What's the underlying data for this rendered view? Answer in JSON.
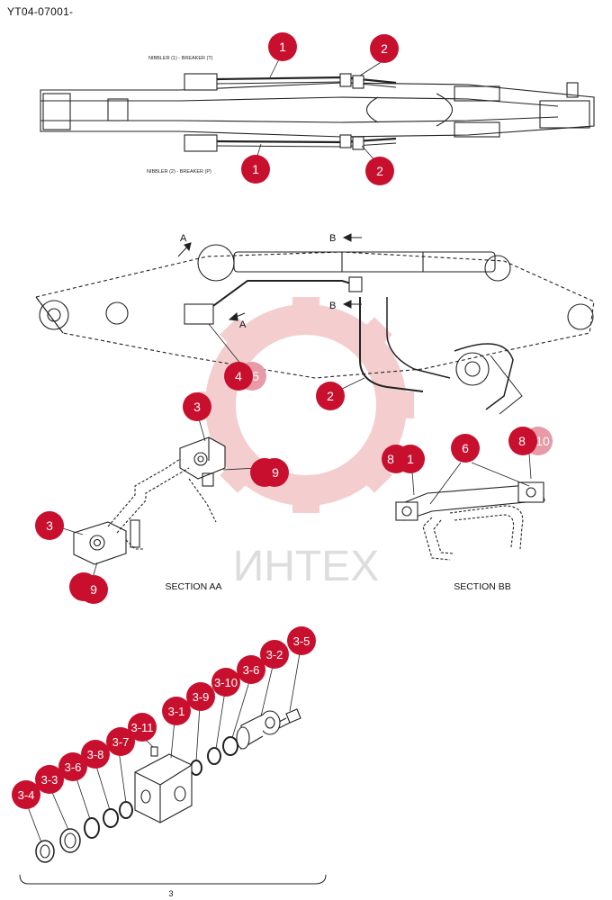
{
  "header": {
    "code": "YT04-07001-"
  },
  "labels": {
    "nibbler_t": "NIBBLER (1) - BREAKER (T)",
    "nibbler_p": "NIBBLER (2) - BREAKER (P)",
    "section_a": "A",
    "section_b": "B",
    "section_aa": "SECTION AA",
    "section_bb": "SECTION BB",
    "assembly_number": "3"
  },
  "watermark": {
    "text": "ИНТЕХ"
  },
  "callouts": {
    "c1a": "1",
    "c2a": "2",
    "c1b": "1",
    "c2b": "2",
    "c4": "4",
    "c5": "5",
    "c2c": "2",
    "c3a": "3",
    "c9a": "9",
    "c3b": "3",
    "c9b": "9",
    "c8a": "8",
    "c1c": "1",
    "c6": "6",
    "c8b": "8",
    "c10": "10",
    "c35": "3-5",
    "c32": "3-2",
    "c36a": "3-6",
    "c310": "3-10",
    "c39": "3-9",
    "c31": "3-1",
    "c311": "3-11",
    "c37": "3-7",
    "c38": "3-8",
    "c36b": "3-6",
    "c33": "3-3",
    "c34": "3-4"
  },
  "colors": {
    "callout": "#c8102e",
    "line": "#222222",
    "watermark": "#f3c9c9"
  }
}
